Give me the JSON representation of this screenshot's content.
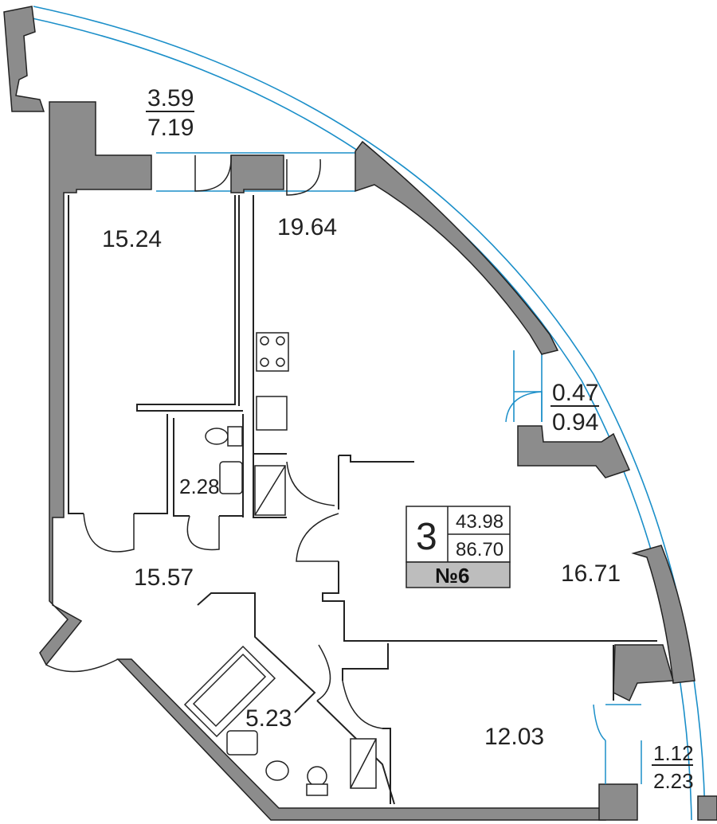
{
  "plan": {
    "rooms": [
      {
        "id": "balcony-top",
        "area": "3.59",
        "area2": "7.19"
      },
      {
        "id": "bedroom-left",
        "area": "15.24"
      },
      {
        "id": "kitchen-living",
        "area": "19.64"
      },
      {
        "id": "bathroom-small",
        "area": "2.28"
      },
      {
        "id": "hall",
        "area": "15.57"
      },
      {
        "id": "bedroom-right",
        "area": "16.71"
      },
      {
        "id": "bathroom-large",
        "area": "5.23"
      },
      {
        "id": "bedroom-bottom",
        "area": "12.03"
      },
      {
        "id": "balcony-right-small",
        "area": "0.47",
        "area2": "0.94"
      },
      {
        "id": "balcony-bottom-right",
        "area": "1.12",
        "area2": "2.23"
      }
    ],
    "summary": {
      "rooms_count": "3",
      "living_area": "43.98",
      "total_area": "86.70",
      "apartment_number": "№6"
    }
  }
}
